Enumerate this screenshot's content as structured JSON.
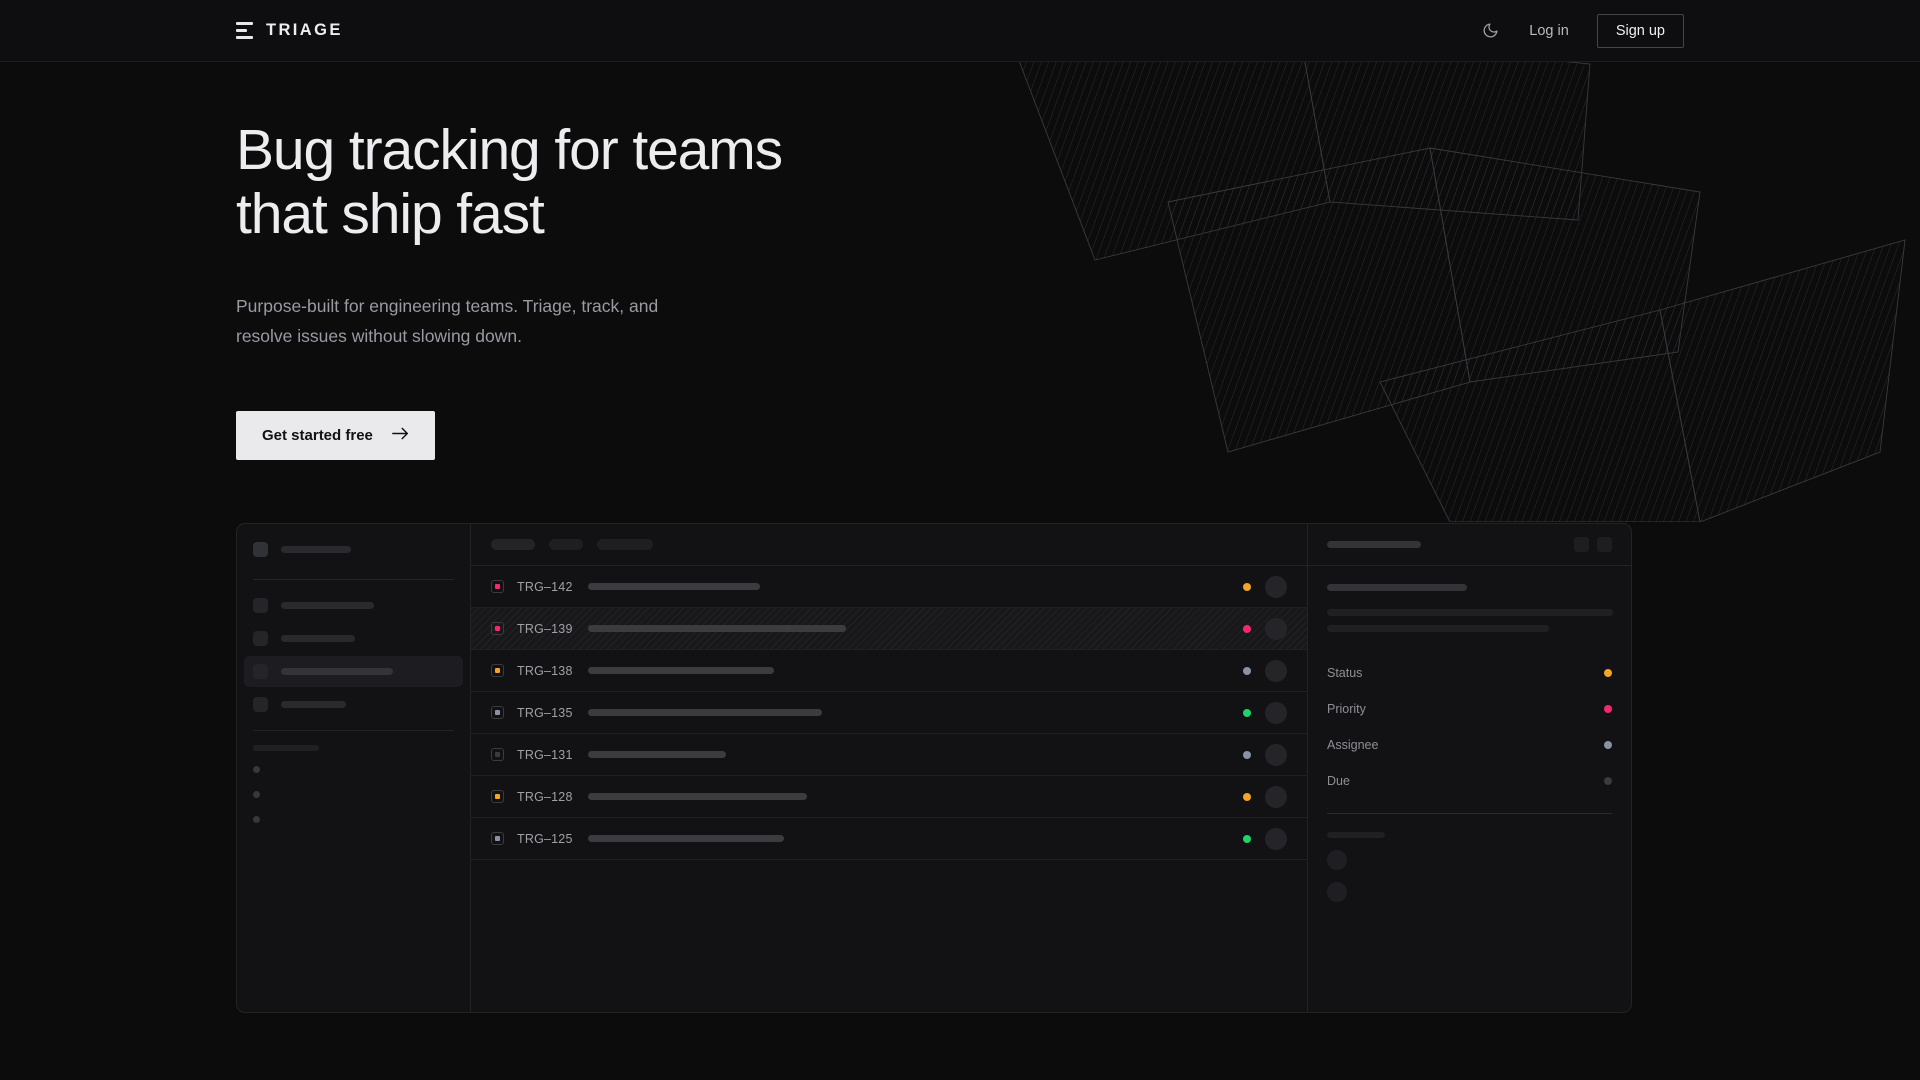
{
  "navbar": {
    "brand": "TRIAGE",
    "brand_icon": "triage-bars-logo",
    "theme_icon": "moon-icon",
    "login_label": "Log in",
    "signup_label": "Sign up"
  },
  "hero": {
    "heading_line1": "Bug tracking for teams",
    "heading_line2": "that ship fast",
    "subtitle": "Purpose-built for engineering teams. Triage, track, and resolve issues without slowing down.",
    "cta_label": "Get started free",
    "cta_icon": "arrow-right-icon"
  },
  "colors": {
    "page_bg": "#0c0c0d",
    "panel_bg": "#121214",
    "border": "#232326",
    "accent_light": "#eaeaec",
    "status_orange": "#f5a524",
    "status_pink": "#f3296a",
    "status_slate": "#8a93a6",
    "status_green": "#20d26b",
    "status_muted": "#3a3a3f",
    "text_primary": "#ededef",
    "text_muted": "#9a9aa2"
  },
  "mockup": {
    "sidebar": {
      "nav_items": [
        {
          "width": 93
        },
        {
          "width": 74
        },
        {
          "width": 112,
          "active": true
        },
        {
          "width": 65
        }
      ],
      "section_label_width": 66,
      "dot_items": 3
    },
    "list_header": {
      "filters": [
        "filter-pill-1",
        "filter-pill-2",
        "filter-pill-3"
      ]
    },
    "issues": [
      {
        "id": "TRG–142",
        "type_color": "#f3296a",
        "title_width": 172,
        "status_color": "#f5a524",
        "highlighted": false
      },
      {
        "id": "TRG–139",
        "type_color": "#f3296a",
        "title_width": 258,
        "status_color": "#f3296a",
        "highlighted": true
      },
      {
        "id": "TRG–138",
        "type_color": "#f5a524",
        "title_width": 186,
        "status_color": "#8a93a6",
        "highlighted": false
      },
      {
        "id": "TRG–135",
        "type_color": "#8a93a6",
        "title_width": 234,
        "status_color": "#20d26b",
        "highlighted": false
      },
      {
        "id": "TRG–131",
        "type_color": "#3a3a3f",
        "title_width": 138,
        "status_color": "#8a93a6",
        "highlighted": false
      },
      {
        "id": "TRG–128",
        "type_color": "#f5a524",
        "title_width": 219,
        "status_color": "#f5a524",
        "highlighted": false
      },
      {
        "id": "TRG–125",
        "type_color": "#8a93a6",
        "title_width": 196,
        "status_color": "#20d26b",
        "highlighted": false
      }
    ],
    "detail": {
      "title_width": 94,
      "actions": [
        "detail-action-1",
        "detail-action-2"
      ],
      "body_lines": [
        140,
        286,
        222
      ],
      "meta": [
        {
          "label": "Status",
          "color": "#f5a524"
        },
        {
          "label": "Priority",
          "color": "#f3296a"
        },
        {
          "label": "Assignee",
          "color": "#8a93a6"
        },
        {
          "label": "Due",
          "color": "#3a3a3f"
        }
      ],
      "comment_label_width": 58,
      "comment_avatars": 2
    }
  }
}
